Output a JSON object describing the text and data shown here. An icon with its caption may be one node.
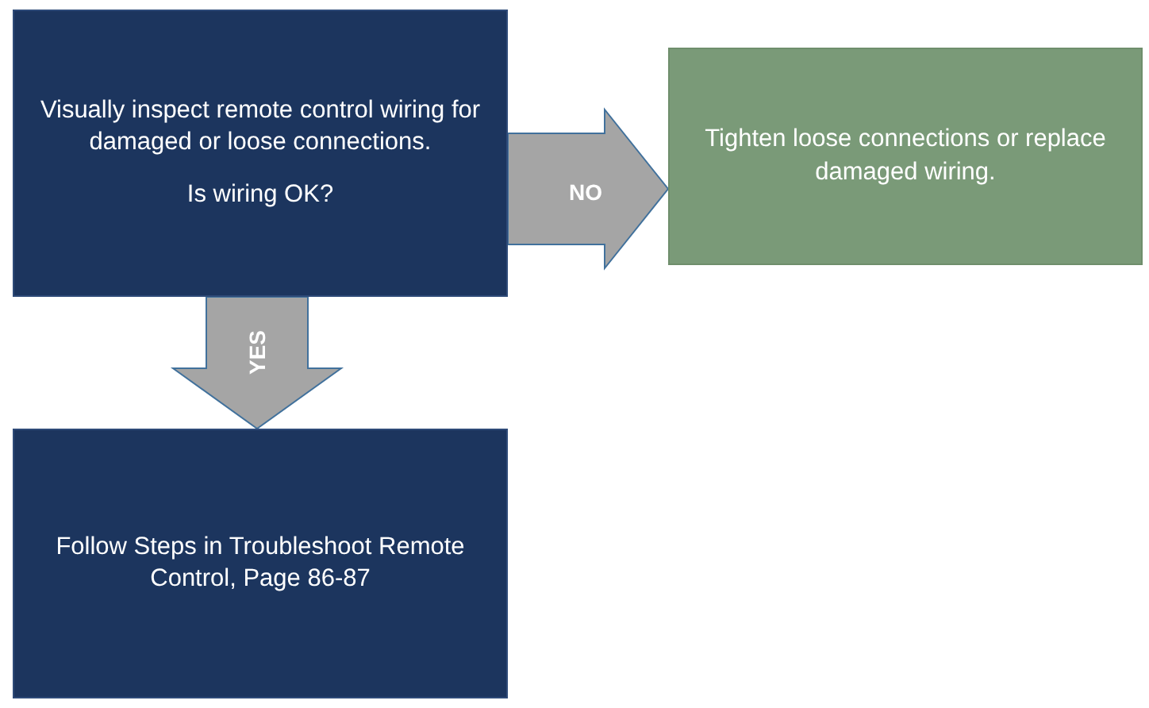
{
  "diagram": {
    "nodes": [
      {
        "text": [
          "Visually inspect remote control wiring for damaged or loose connections.",
          "Is wiring OK?"
        ]
      },
      {
        "text": [
          "Tighten loose connections or replace damaged wiring."
        ]
      },
      {
        "text": [
          "Follow Steps in Troubleshoot Remote Control, Page 86-87"
        ]
      }
    ],
    "edges": [
      {
        "from": 0,
        "to": 1,
        "arrow": "to",
        "label": "NO"
      },
      {
        "from": 0,
        "to": 2,
        "arrow": "to",
        "label": "YES"
      }
    ]
  }
}
